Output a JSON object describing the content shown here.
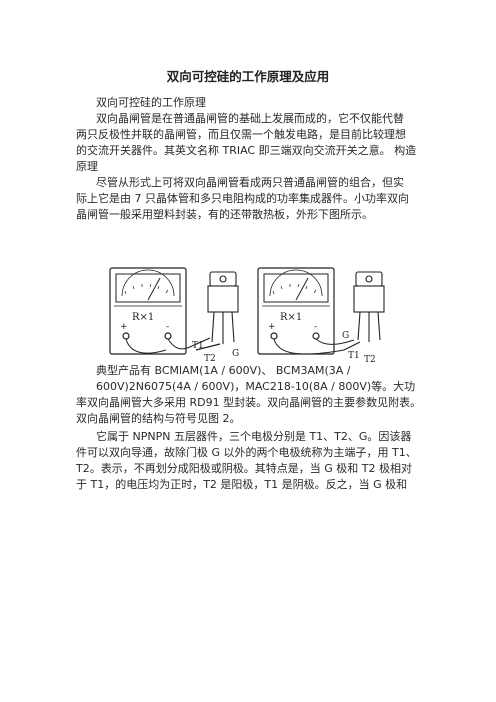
{
  "document": {
    "title": "双向可控硅的工作原理及应用",
    "section_heading": "双向可控硅的工作原理",
    "para1": [
      "双向晶闸管是在普通晶闸管的基础上发展而成的，它不仅能代替",
      "两只反极性并联的晶闸管，而且仅需一个触发电路，是目前比较理想",
      "的交流开关器件。其英文名称 TRIAC 即三端双向交流开关之意。 构造",
      "原理"
    ],
    "para2": [
      "尽管从形式上可将双向晶闸管看成两只普通晶闸管的组合，但实",
      "际上它是由  7  只晶体管和多只电阻构成的功率集成器件。小功率双向",
      "晶闸管一般采用塑料封装，有的还带散热板，外形下图所示。"
    ],
    "para3": [
      "典型产品有 BCMlAM(1A / 600V)、 BCM3AM(3A /",
      "600V)2N6075(4A / 600V)，MAC218-10(8A / 800V)等。大功",
      "率双向晶闸管大多采用  RD91  型封装。双向晶闸管的主要参数见附表。",
      "双向晶闸管的结构与符号见图 2。"
    ],
    "para4": [
      "它属于 NPNPN 五层器件，三个电极分别是 T1、T2、G。因该器",
      "件可以双向导通，故除门极 G 以外的两个电极统称为主端子，用 T1、",
      "T2。表示，不再划分成阳极或阴极。其特点是，当  G 极和  T2 极相对",
      "于 T1，的电压均为正时，T2 是阳极，T1 是阴极。反之，当 G 极和"
    ]
  },
  "figure": {
    "left": {
      "range": "R×1",
      "plus": "+",
      "minus": "-",
      "labels": [
        "T1",
        "T2",
        "G"
      ]
    },
    "right": {
      "range": "R×1",
      "plus": "+",
      "minus": "-",
      "labels": [
        "G",
        "T1",
        "T2"
      ]
    }
  }
}
